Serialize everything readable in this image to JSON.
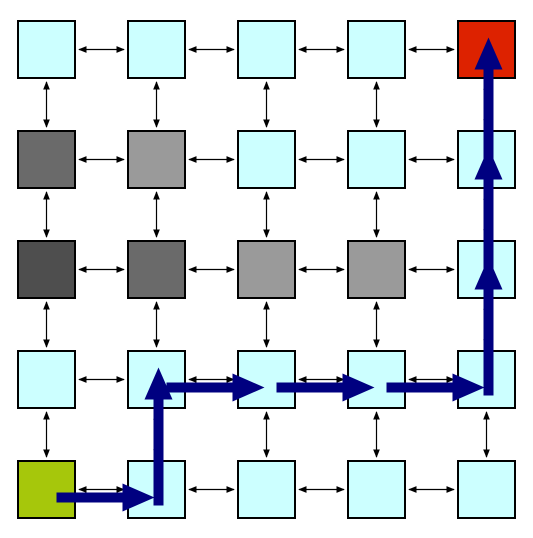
{
  "grid": {
    "rows": 5,
    "cols": 5,
    "colors": {
      "free": "#ccffff",
      "start": "#a6c70b",
      "goal": "#dd2200",
      "wall_light": "#9a9a9a",
      "wall_medium": "#6a6a6a",
      "wall_dark": "#4e4e4e",
      "edge": "#000000",
      "path": "#000080"
    },
    "cells": [
      [
        "free",
        "free",
        "free",
        "free",
        "goal"
      ],
      [
        "wall_medium",
        "wall_light",
        "free",
        "free",
        "free"
      ],
      [
        "wall_dark",
        "wall_medium",
        "wall_light",
        "wall_light",
        "free"
      ],
      [
        "free",
        "free",
        "free",
        "free",
        "free"
      ],
      [
        "start",
        "free",
        "free",
        "free",
        "free"
      ]
    ],
    "path": [
      [
        4,
        0
      ],
      [
        4,
        1
      ],
      [
        3,
        1
      ],
      [
        3,
        2
      ],
      [
        3,
        3
      ],
      [
        3,
        4
      ],
      [
        2,
        4
      ],
      [
        1,
        4
      ],
      [
        0,
        4
      ]
    ]
  }
}
